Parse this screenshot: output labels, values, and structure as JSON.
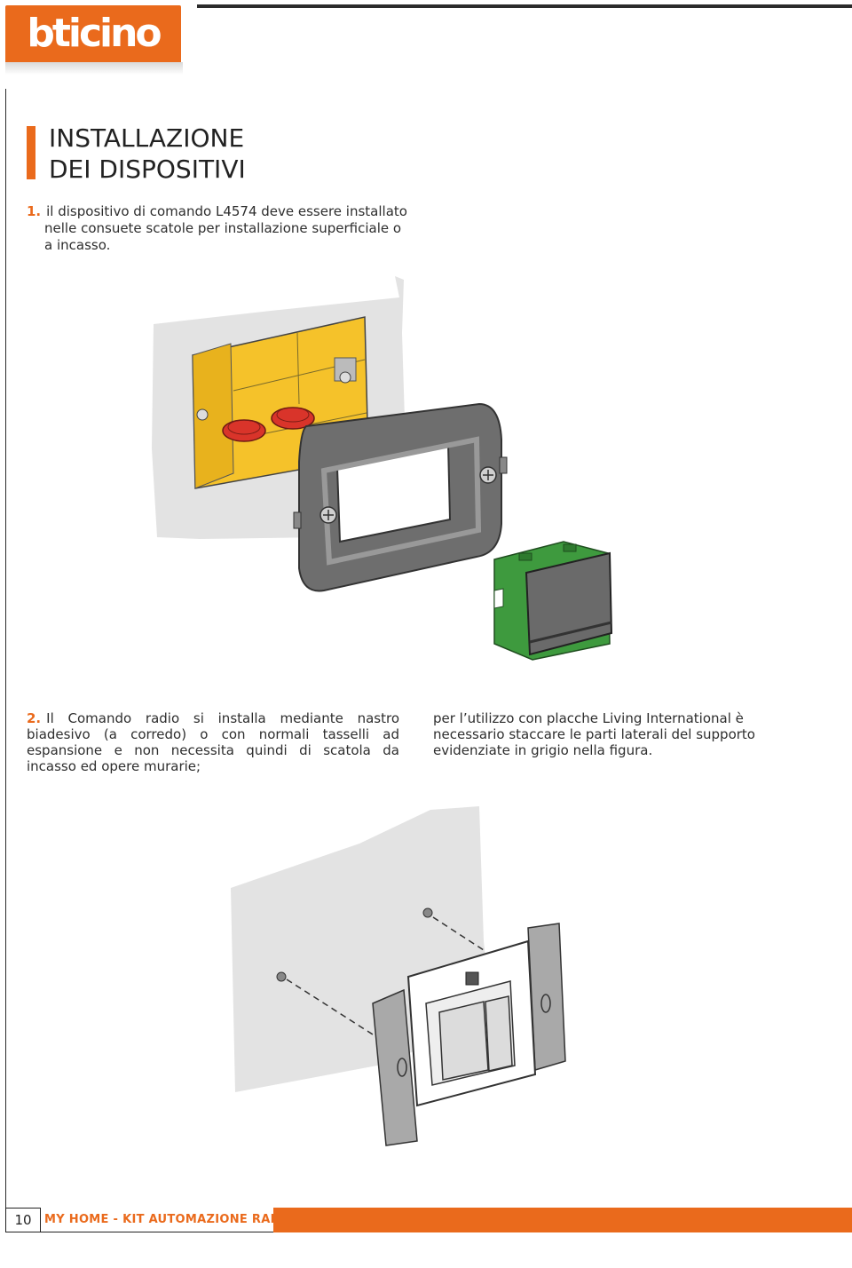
{
  "brand": {
    "logo_text": "bticino"
  },
  "title": {
    "line1": "INSTALLAZIONE",
    "line2": "DEI DISPOSITIVI"
  },
  "step1": {
    "number": "1.",
    "line1": "il dispositivo di comando L4574 deve essere installato",
    "line2": "nelle consuete scatole per installazione superficiale o",
    "line3": "a incasso."
  },
  "step2": {
    "number": "2.",
    "left_text": "Il Comando radio si installa mediante nastro biadesivo (a corredo) o con normali tasselli ad espansione e non necessita quindi di scatola da incasso ed opere murarie;",
    "right_text": "per l’utilizzo con placche Living International è necessario staccare le parti laterali del supporto evidenziate in grigio nella figura."
  },
  "footer": {
    "page_number": "10",
    "label": "MY HOME - KIT AUTOMAZIONE RADIO"
  },
  "colors": {
    "accent": "#ea6a1c",
    "box_yellow": "#f5c22a",
    "module_green": "#3e9a3e",
    "frame_gray": "#6e6e6e"
  }
}
